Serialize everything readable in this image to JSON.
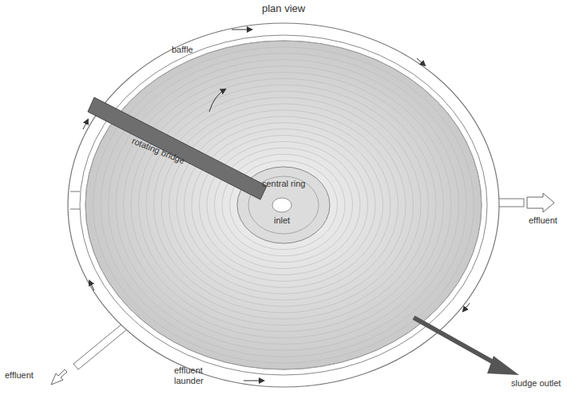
{
  "diagram": {
    "title": "plan view",
    "labels": [
      "baffle",
      "rotating bridge",
      "central ring",
      "inlet",
      "effluent",
      "effluent",
      "effluent launder",
      "sludge outlet"
    ]
  }
}
